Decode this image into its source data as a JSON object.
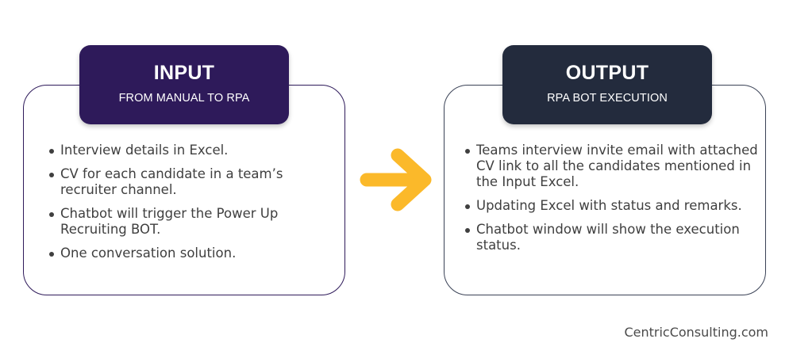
{
  "input": {
    "title": "INPUT",
    "subtitle": "FROM MANUAL TO RPA",
    "header_color": "#2e1a5a",
    "bullets": [
      "Interview details in Excel.",
      "CV for each candidate in a team’s recruiter channel.",
      "Chatbot will trigger the Power Up Recruiting BOT.",
      "One conversation solution."
    ]
  },
  "output": {
    "title": "OUTPUT",
    "subtitle": "RPA BOT EXECUTION",
    "header_color": "#232b3d",
    "bullets": [
      "Teams interview invite email with attached CV link to all the candidates mentioned in the Input Excel.",
      "Updating Excel with status and remarks.",
      "Chatbot window will show the execution status."
    ]
  },
  "arrow": {
    "icon": "arrow-right-icon",
    "color": "#fbb92a"
  },
  "footer": {
    "brand": "CentricConsulting.com"
  }
}
